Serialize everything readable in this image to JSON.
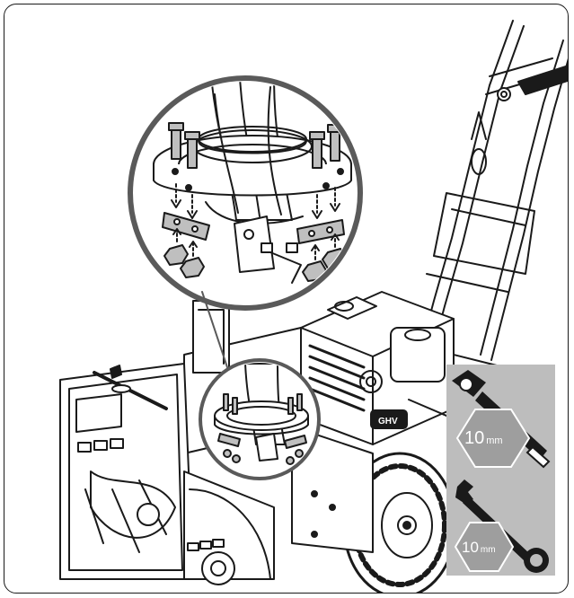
{
  "engine_brand": "GHV",
  "tools": [
    {
      "name": "ratchet-socket",
      "size_value": "10",
      "size_unit": "mm"
    },
    {
      "name": "wrench",
      "size_value": "10",
      "size_unit": "mm"
    }
  ],
  "colors": {
    "line": "#1a1a1a",
    "tool_panel": "#bdbdbd",
    "hex_badge": "#9e9e9e",
    "detail_gray": "#bfbfbf",
    "circle_ring": "#5a5a5a"
  }
}
